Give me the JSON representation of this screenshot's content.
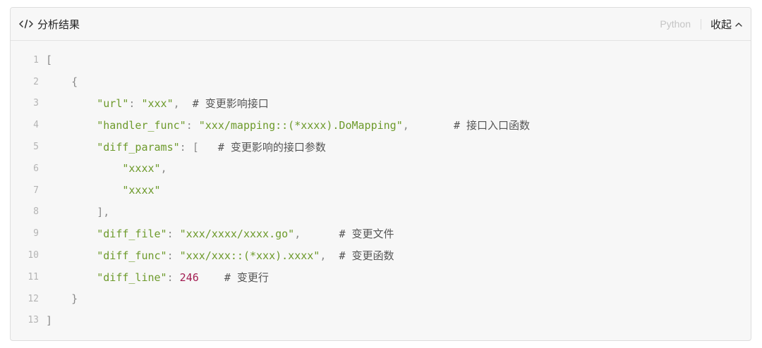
{
  "header": {
    "title": "分析结果",
    "language": "Python",
    "collapse_label": "收起"
  },
  "icons": {
    "code": "code-icon",
    "chevron": "chevron-up-icon"
  },
  "colors": {
    "string": "#6d9a2b",
    "number": "#a31d52",
    "punctuation": "#8a8a8a",
    "comment": "#555555",
    "line_number": "#b4b4b4",
    "background": "#f7f7f7"
  },
  "code": {
    "lines": [
      {
        "n": "1",
        "tokens": [
          {
            "t": "p",
            "v": "["
          }
        ]
      },
      {
        "n": "2",
        "tokens": [
          {
            "t": "p",
            "v": "    {"
          }
        ]
      },
      {
        "n": "3",
        "tokens": [
          {
            "t": "p",
            "v": "        "
          },
          {
            "t": "s",
            "v": "\"url\""
          },
          {
            "t": "p",
            "v": ": "
          },
          {
            "t": "s",
            "v": "\"xxx\""
          },
          {
            "t": "p",
            "v": ",  "
          },
          {
            "t": "c",
            "v": "# 变更影响接口"
          }
        ]
      },
      {
        "n": "4",
        "tokens": [
          {
            "t": "p",
            "v": "        "
          },
          {
            "t": "s",
            "v": "\"handler_func\""
          },
          {
            "t": "p",
            "v": ": "
          },
          {
            "t": "s",
            "v": "\"xxx/mapping::(*xxxx).DoMapping\""
          },
          {
            "t": "p",
            "v": ",       "
          },
          {
            "t": "c",
            "v": "# 接口入口函数"
          }
        ]
      },
      {
        "n": "5",
        "tokens": [
          {
            "t": "p",
            "v": "        "
          },
          {
            "t": "s",
            "v": "\"diff_params\""
          },
          {
            "t": "p",
            "v": ": [   "
          },
          {
            "t": "c",
            "v": "# 变更影响的接口参数"
          }
        ]
      },
      {
        "n": "6",
        "tokens": [
          {
            "t": "p",
            "v": "            "
          },
          {
            "t": "s",
            "v": "\"xxxx\""
          },
          {
            "t": "p",
            "v": ","
          }
        ]
      },
      {
        "n": "7",
        "tokens": [
          {
            "t": "p",
            "v": "            "
          },
          {
            "t": "s",
            "v": "\"xxxx\""
          }
        ]
      },
      {
        "n": "8",
        "tokens": [
          {
            "t": "p",
            "v": "        ],"
          }
        ]
      },
      {
        "n": "9",
        "tokens": [
          {
            "t": "p",
            "v": "        "
          },
          {
            "t": "s",
            "v": "\"diff_file\""
          },
          {
            "t": "p",
            "v": ": "
          },
          {
            "t": "s",
            "v": "\"xxx/xxxx/xxxx.go\""
          },
          {
            "t": "p",
            "v": ",      "
          },
          {
            "t": "c",
            "v": "# 变更文件"
          }
        ]
      },
      {
        "n": "10",
        "tokens": [
          {
            "t": "p",
            "v": "        "
          },
          {
            "t": "s",
            "v": "\"diff_func\""
          },
          {
            "t": "p",
            "v": ": "
          },
          {
            "t": "s",
            "v": "\"xxx/xxx::(*xxx).xxxx\""
          },
          {
            "t": "p",
            "v": ",  "
          },
          {
            "t": "c",
            "v": "# 变更函数"
          }
        ]
      },
      {
        "n": "11",
        "tokens": [
          {
            "t": "p",
            "v": "        "
          },
          {
            "t": "s",
            "v": "\"diff_line\""
          },
          {
            "t": "p",
            "v": ": "
          },
          {
            "t": "num",
            "v": "246"
          },
          {
            "t": "p",
            "v": "    "
          },
          {
            "t": "c",
            "v": "# 变更行"
          }
        ]
      },
      {
        "n": "12",
        "tokens": [
          {
            "t": "p",
            "v": "    }"
          }
        ]
      },
      {
        "n": "13",
        "tokens": [
          {
            "t": "p",
            "v": "]"
          }
        ]
      }
    ]
  }
}
